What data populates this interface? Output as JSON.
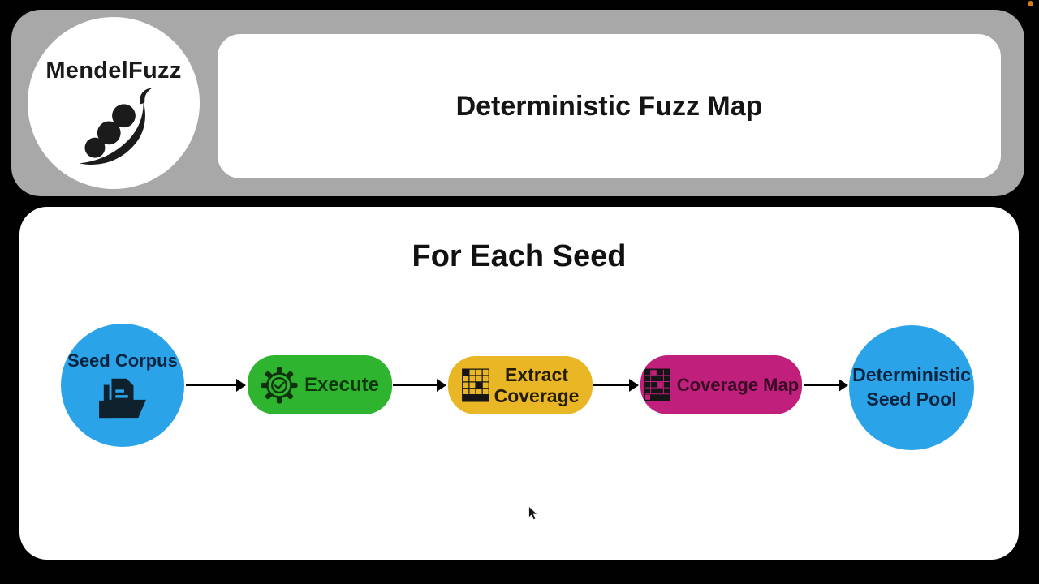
{
  "logo": {
    "brand": "MendelFuzz",
    "icon": "peapod-icon"
  },
  "header": {
    "title": "Deterministic Fuzz Map"
  },
  "panel": {
    "heading": "For Each Seed"
  },
  "flow": {
    "nodes": [
      {
        "id": "seed-corpus",
        "label": "Seed Corpus",
        "shape": "circle",
        "color": "#2aa3e8",
        "icon": "folder-documents-icon"
      },
      {
        "id": "execute",
        "label": "Execute",
        "shape": "pill",
        "color": "#2eb42e",
        "icon": "gear-check-icon"
      },
      {
        "id": "extract-coverage",
        "line1": "Extract",
        "line2": "Coverage",
        "shape": "pill",
        "color": "#e9b725",
        "icon": "coverage-grid-icon"
      },
      {
        "id": "coverage-map",
        "label": "Coverage Map",
        "shape": "pill",
        "color": "#c01f7c",
        "icon": "coverage-map-grid-icon"
      },
      {
        "id": "deterministic-seed-pool",
        "line1": "Deterministic",
        "line2": "Seed Pool",
        "shape": "circle",
        "color": "#2aa3e8"
      }
    ],
    "connector_color": "#000000"
  },
  "colors": {
    "background": "#000000",
    "header_gray": "#a8a8a8",
    "card_white": "#ffffff",
    "node_blue": "#2aa3e8",
    "node_green": "#2eb42e",
    "node_yellow": "#e9b725",
    "node_magenta": "#c01f7c",
    "recording_dot": "#d07b17"
  },
  "overlays": {
    "cursor_icon": "mouse-pointer-icon",
    "recording_dot_icon": "recording-dot"
  }
}
